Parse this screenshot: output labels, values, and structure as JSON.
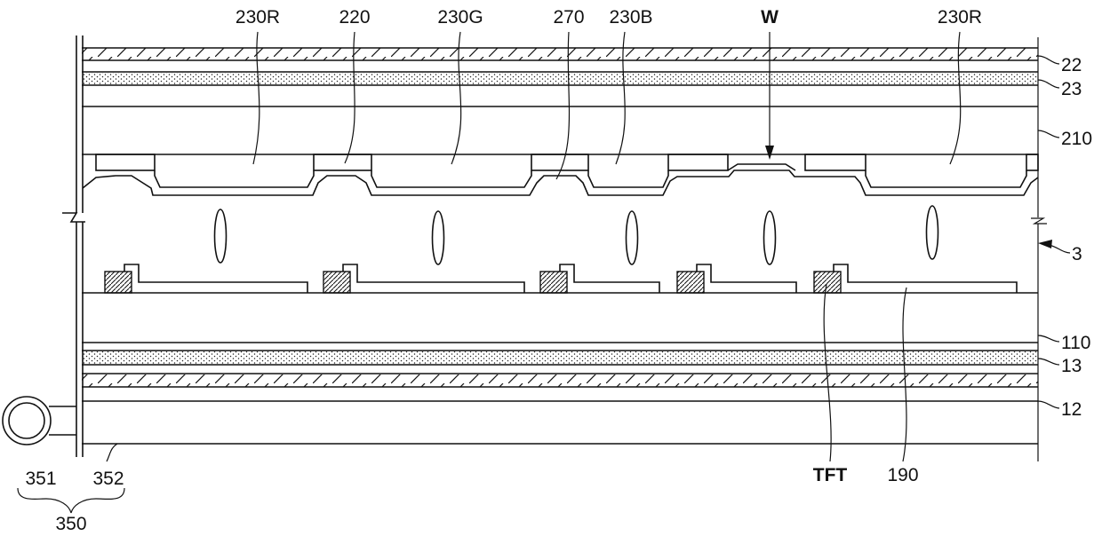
{
  "figure": {
    "top_labels": {
      "color_filter_red_left": "230R",
      "light_blocking_member": "220",
      "color_filter_green": "230G",
      "overcoat": "270",
      "color_filter_blue": "230B",
      "white_pixel": "W",
      "color_filter_red_right": "230R"
    },
    "right_labels": {
      "upper_polarizer": "22",
      "upper_compensation_film": "23",
      "upper_substrate": "210",
      "liquid_crystal_layer": "3",
      "lower_substrate": "110",
      "lower_compensation_film": "13",
      "lower_polarizer": "12"
    },
    "bottom_labels": {
      "thin_film_transistor": "TFT",
      "pixel_electrode": "190",
      "lamp": "351",
      "light_guide": "352",
      "backlight_unit": "350"
    }
  }
}
